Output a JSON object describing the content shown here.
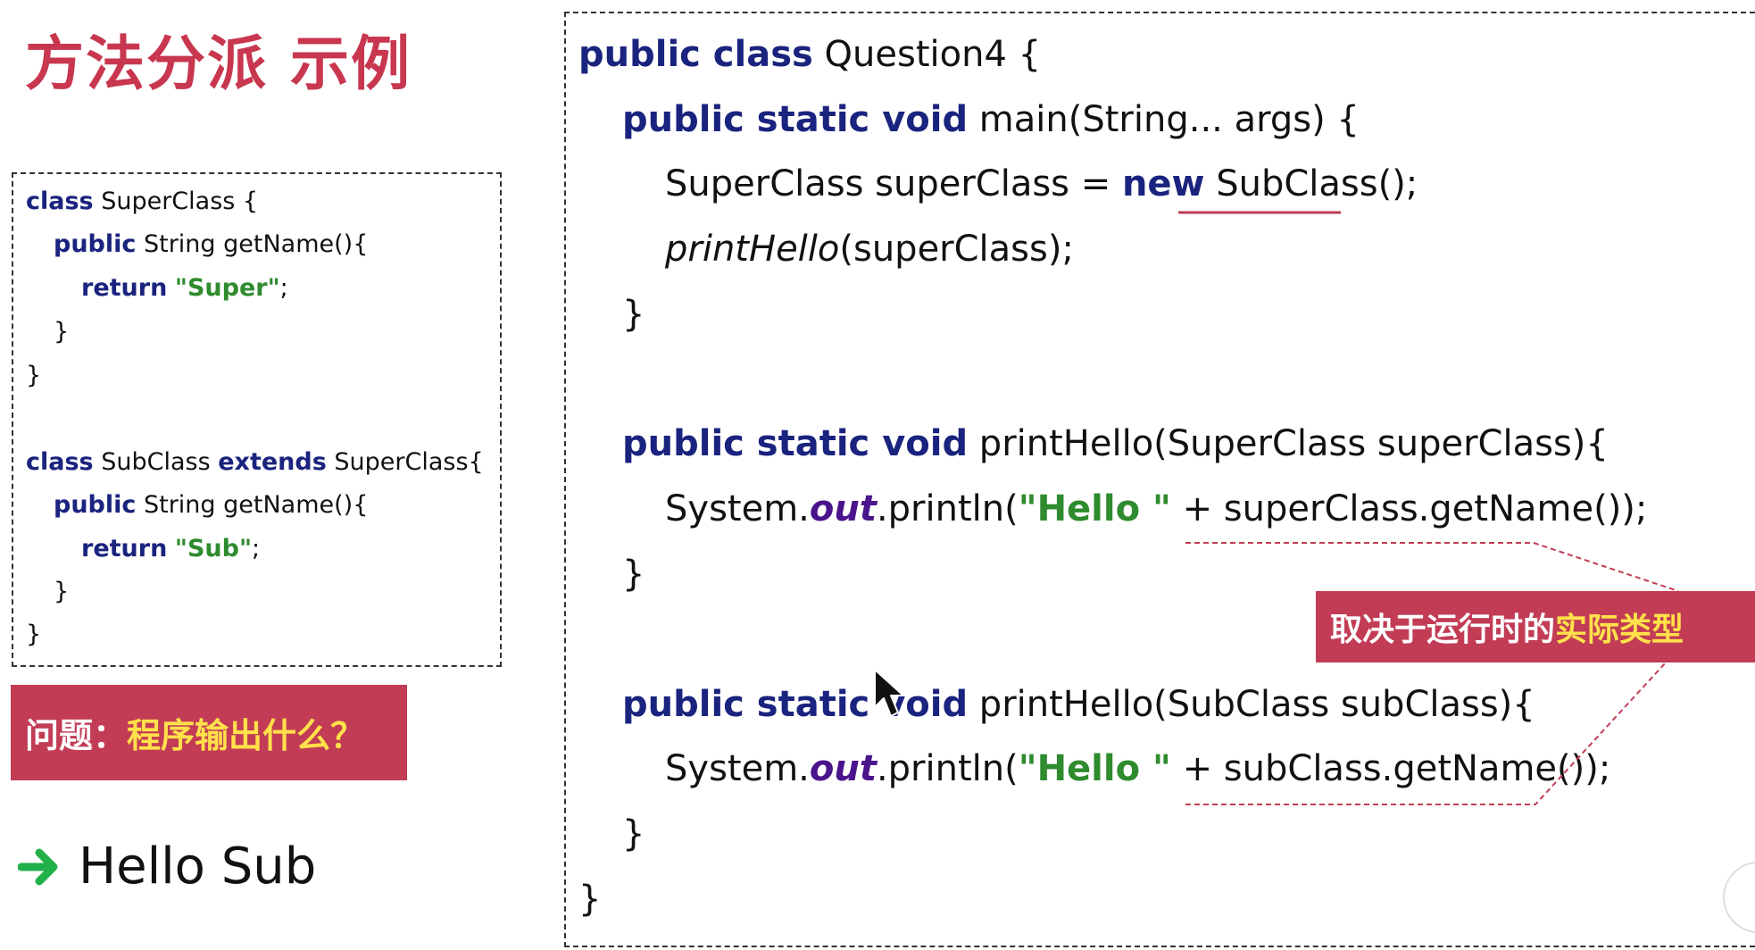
{
  "title": "方法分派 示例",
  "left_code": [
    {
      "kw1": "class",
      "t1": " SuperClass {"
    },
    {
      "kw1": "public",
      "t1": " String getName(){"
    },
    {
      "kw1": "return",
      "t1": " ",
      "s1": "\"Super\"",
      "t2": ";"
    },
    {
      "t1": "}"
    },
    {
      "t1": "}"
    },
    {
      "kw1": "class",
      "t1": " SubClass ",
      "kw2": "extends",
      "t2": " SuperClass{"
    },
    {
      "kw1": "public",
      "t1": " String getName(){"
    },
    {
      "kw1": "return",
      "t1": " ",
      "s1": "\"Sub\"",
      "t2": ";"
    },
    {
      "t1": "}"
    },
    {
      "t1": "}"
    }
  ],
  "question": {
    "prefix": "问题：",
    "highlight": "程序输出什么？"
  },
  "answer": "Hello Sub",
  "main_code": [
    {
      "kw1": "public class",
      "t1": " Question4 {"
    },
    {
      "kw1": "public static void",
      "t1": " main(String... args) {"
    },
    {
      "t1": "SuperClass superClass = ",
      "kw2": "new",
      "t2": " SubClass();"
    },
    {
      "it1": "printHello",
      "t2": "(superClass);"
    },
    {
      "t1": "}"
    },
    {
      "kw1": "public static void",
      "t1": " printHello(SuperClass superClass){"
    },
    {
      "t1": "System.",
      "out": "out",
      "t2": ".println(",
      "s1": "\"Hello \"",
      "t3": " + superClass.getName());"
    },
    {
      "t1": "}"
    },
    {
      "kw1": "public static void",
      "t1": " printHello(SubClass subClass){"
    },
    {
      "t1": "System.",
      "out": "out",
      "t2": ".println(",
      "s1": "\"Hello \"",
      "t3": " + subClass.getName());"
    },
    {
      "t1": "}"
    },
    {
      "t1": "}"
    }
  ],
  "annotation": {
    "prefix": "取决于运行时的",
    "highlight": "实际类型"
  },
  "colors": {
    "accent": "#c23c55",
    "keyword": "#1a237e",
    "string": "#2e8b2e",
    "field": "#4a148c",
    "highlight": "#ffe14a",
    "arrow": "#22b04a"
  },
  "icons": {
    "arrow": "right-arrow-icon",
    "cursor": "mouse-pointer-icon"
  }
}
